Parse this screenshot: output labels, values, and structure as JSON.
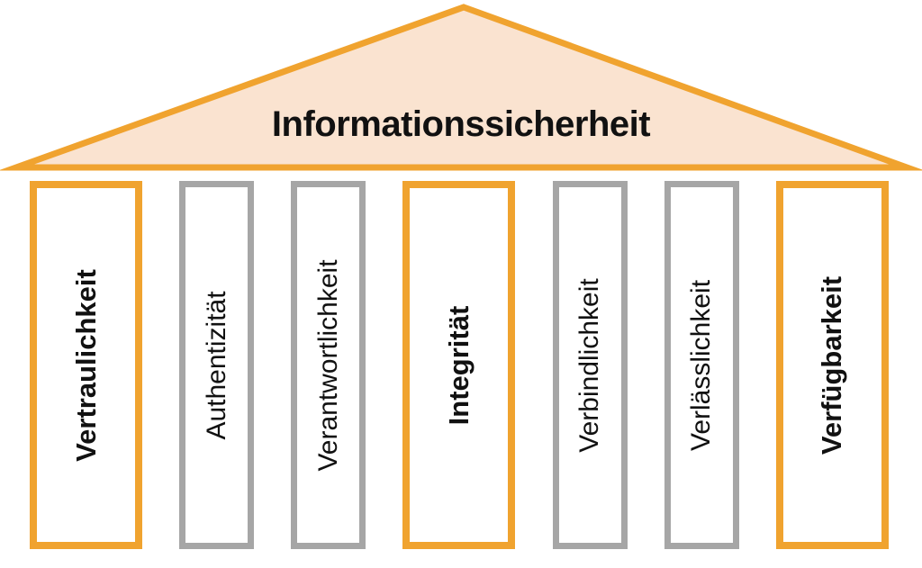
{
  "diagram": {
    "title": "Informationssicherheit",
    "pillars": [
      {
        "label": "Vertraulichkeit",
        "emphasized": true
      },
      {
        "label": "Authentizität",
        "emphasized": false
      },
      {
        "label": "Verantwortlichkeit",
        "emphasized": false
      },
      {
        "label": "Integrität",
        "emphasized": true
      },
      {
        "label": "Verbindlichkeit",
        "emphasized": false
      },
      {
        "label": "Verlässlichkeit",
        "emphasized": false
      },
      {
        "label": "Verfügbarkeit",
        "emphasized": true
      }
    ],
    "colors": {
      "accent_orange": "#f0a32f",
      "pillar_gray": "#a6a6a6",
      "roof_fill": "#fae3d0",
      "text_ink": "#111111"
    }
  }
}
